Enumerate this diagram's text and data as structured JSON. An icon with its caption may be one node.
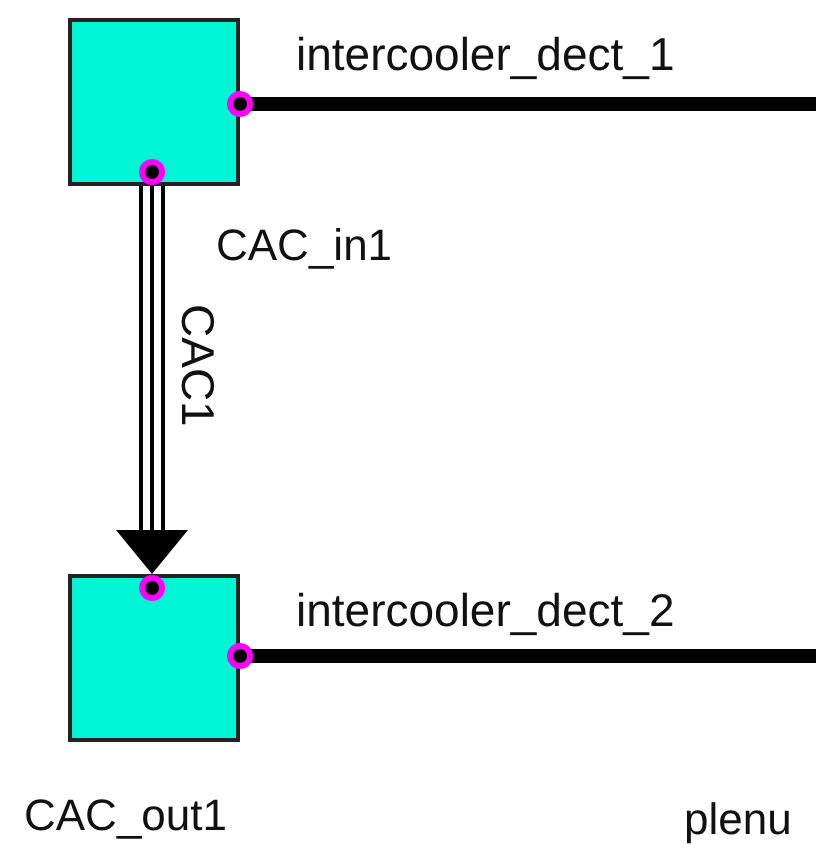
{
  "diagram": {
    "nodes": [
      {
        "text": [],
        "shape": "box",
        "beside": [
          "CAC_in1"
        ]
      },
      {
        "text": [],
        "shape": "box",
        "beside": [
          "CAC_out1"
        ]
      }
    ],
    "edges": [
      {
        "from": 0,
        "to": null,
        "arrow": "other",
        "label": "intercooler_dect_1"
      },
      {
        "from": 1,
        "to": null,
        "arrow": "other",
        "label": "intercooler_dect_2"
      },
      {
        "from": 0,
        "to": 1,
        "arrow": "to",
        "label": "CAC1",
        "style": "thick"
      }
    ],
    "labels": [
      "plenu"
    ]
  }
}
